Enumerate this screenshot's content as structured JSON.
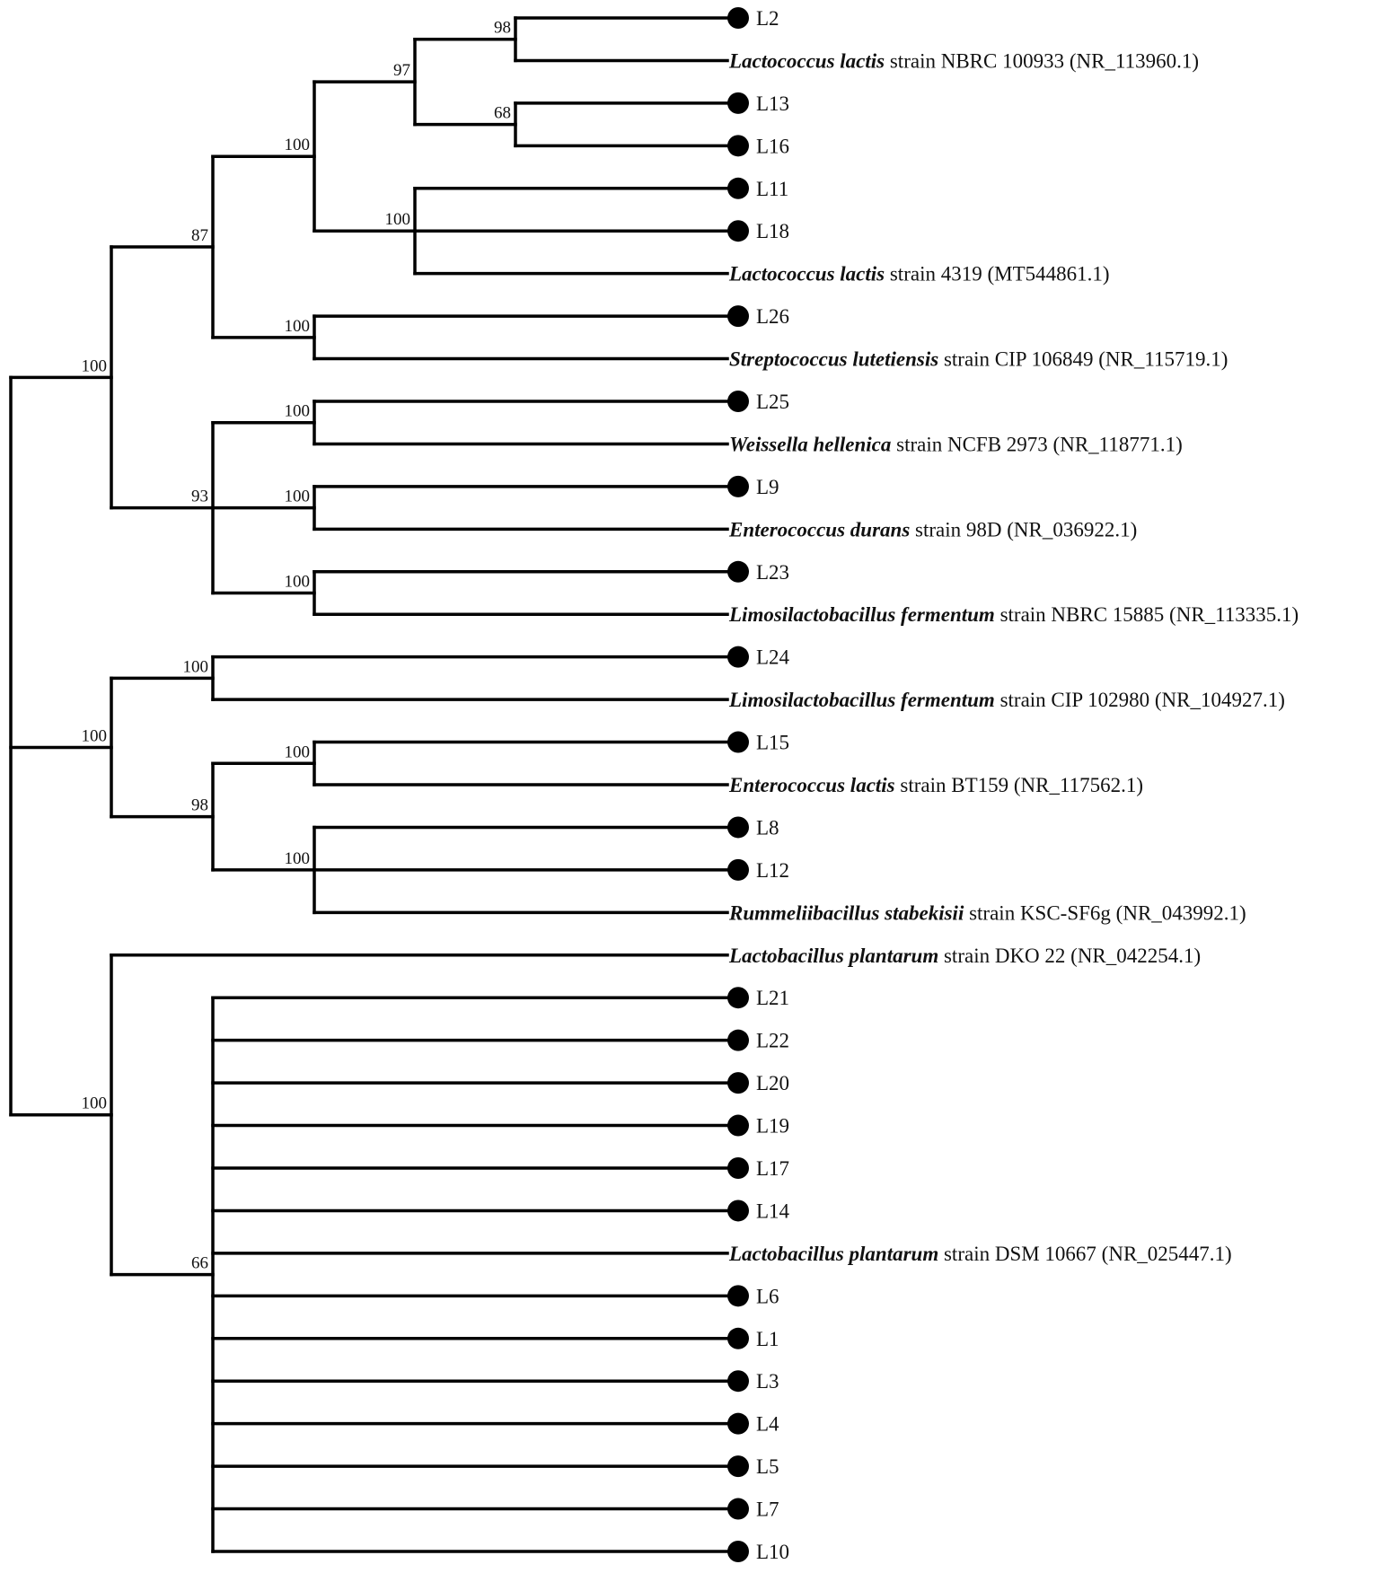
{
  "tree": {
    "line_color": "#000000",
    "marker_color": "#000000",
    "marker_shape": "filled-circle",
    "leaves": [
      {
        "id": "L2",
        "isolate": true,
        "label": "L2"
      },
      {
        "id": "Ll_NBRC",
        "isolate": false,
        "species": "Lactococcus lactis",
        "rest": " strain NBRC 100933 (NR_113960.1)"
      },
      {
        "id": "L13",
        "isolate": true,
        "label": "L13"
      },
      {
        "id": "L16",
        "isolate": true,
        "label": "L16"
      },
      {
        "id": "L11",
        "isolate": true,
        "label": "L11"
      },
      {
        "id": "L18",
        "isolate": true,
        "label": "L18"
      },
      {
        "id": "Ll_4319",
        "isolate": false,
        "species": "Lactococcus lactis",
        "rest": " strain 4319 (MT544861.1)"
      },
      {
        "id": "L26",
        "isolate": true,
        "label": "L26"
      },
      {
        "id": "Slut",
        "isolate": false,
        "species": "Streptococcus lutetiensis",
        "rest": " strain CIP 106849 (NR_115719.1)"
      },
      {
        "id": "L25",
        "isolate": true,
        "label": "L25"
      },
      {
        "id": "Whel",
        "isolate": false,
        "species": "Weissella hellenica",
        "rest": " strain NCFB 2973 (NR_118771.1)"
      },
      {
        "id": "L9",
        "isolate": true,
        "label": "L9"
      },
      {
        "id": "Edur",
        "isolate": false,
        "species": "Enterococcus durans",
        "rest": " strain 98D (NR_036922.1)"
      },
      {
        "id": "L23",
        "isolate": true,
        "label": "L23"
      },
      {
        "id": "Lfer1",
        "isolate": false,
        "species": "Limosilactobacillus fermentum",
        "rest": " strain NBRC 15885 (NR_113335.1)"
      },
      {
        "id": "L24",
        "isolate": true,
        "label": "L24"
      },
      {
        "id": "Lfer2",
        "isolate": false,
        "species": "Limosilactobacillus fermentum",
        "rest": " strain CIP 102980 (NR_104927.1)"
      },
      {
        "id": "L15",
        "isolate": true,
        "label": "L15"
      },
      {
        "id": "Elac",
        "isolate": false,
        "species": "Enterococcus lactis",
        "rest": " strain BT159 (NR_117562.1)"
      },
      {
        "id": "L8",
        "isolate": true,
        "label": "L8"
      },
      {
        "id": "L12",
        "isolate": true,
        "label": "L12"
      },
      {
        "id": "Rsta",
        "isolate": false,
        "species": "Rummeliibacillus stabekisii",
        "rest": " strain KSC-SF6g (NR_043992.1)"
      },
      {
        "id": "Lpla1",
        "isolate": false,
        "species": "Lactobacillus plantarum",
        "rest": " strain DKO 22 (NR_042254.1)"
      },
      {
        "id": "L21",
        "isolate": true,
        "label": "L21"
      },
      {
        "id": "L22",
        "isolate": true,
        "label": "L22"
      },
      {
        "id": "L20",
        "isolate": true,
        "label": "L20"
      },
      {
        "id": "L19",
        "isolate": true,
        "label": "L19"
      },
      {
        "id": "L17",
        "isolate": true,
        "label": "L17"
      },
      {
        "id": "L14",
        "isolate": true,
        "label": "L14"
      },
      {
        "id": "Lpla2",
        "isolate": false,
        "species": "Lactobacillus plantarum",
        "rest": " strain DSM 10667 (NR_025447.1)"
      },
      {
        "id": "L6",
        "isolate": true,
        "label": "L6"
      },
      {
        "id": "L1",
        "isolate": true,
        "label": "L1"
      },
      {
        "id": "L3",
        "isolate": true,
        "label": "L3"
      },
      {
        "id": "L4",
        "isolate": true,
        "label": "L4"
      },
      {
        "id": "L5",
        "isolate": true,
        "label": "L5"
      },
      {
        "id": "L7",
        "isolate": true,
        "label": "L7"
      },
      {
        "id": "L10",
        "isolate": true,
        "label": "L10"
      }
    ],
    "root": {
      "children": [
        {
          "support": "100",
          "children": [
            {
              "support": "87",
              "children": [
                {
                  "support": "100",
                  "children": [
                    {
                      "support": "97",
                      "children": [
                        {
                          "support": "98",
                          "children": [
                            {
                              "leaf": "L2"
                            },
                            {
                              "leaf": "Ll_NBRC"
                            }
                          ]
                        },
                        {
                          "support": "68",
                          "children": [
                            {
                              "leaf": "L13"
                            },
                            {
                              "leaf": "L16"
                            }
                          ]
                        }
                      ]
                    },
                    {
                      "support": "100",
                      "children": [
                        {
                          "leaf": "L11"
                        },
                        {
                          "leaf": "L18"
                        },
                        {
                          "leaf": "Ll_4319"
                        }
                      ]
                    }
                  ]
                },
                {
                  "support": "100",
                  "children": [
                    {
                      "leaf": "L26"
                    },
                    {
                      "leaf": "Slut"
                    }
                  ]
                }
              ]
            },
            {
              "support": "93",
              "children": [
                {
                  "support": "100",
                  "children": [
                    {
                      "leaf": "L25"
                    },
                    {
                      "leaf": "Whel"
                    }
                  ]
                },
                {
                  "support": "100",
                  "children": [
                    {
                      "leaf": "L9"
                    },
                    {
                      "leaf": "Edur"
                    }
                  ]
                },
                {
                  "support": "100",
                  "children": [
                    {
                      "leaf": "L23"
                    },
                    {
                      "leaf": "Lfer1"
                    }
                  ]
                }
              ]
            }
          ]
        },
        {
          "support": "100",
          "children": [
            {
              "support": "100",
              "children": [
                {
                  "leaf": "L24"
                },
                {
                  "leaf": "Lfer2"
                }
              ]
            },
            {
              "support": "98",
              "children": [
                {
                  "support": "100",
                  "children": [
                    {
                      "leaf": "L15"
                    },
                    {
                      "leaf": "Elac"
                    }
                  ]
                },
                {
                  "support": "100",
                  "children": [
                    {
                      "leaf": "L8"
                    },
                    {
                      "leaf": "L12"
                    },
                    {
                      "leaf": "Rsta"
                    }
                  ]
                }
              ]
            }
          ]
        },
        {
          "support": "100",
          "children": [
            {
              "leaf": "Lpla1"
            },
            {
              "support": "66",
              "children": [
                {
                  "leaf": "L21"
                },
                {
                  "leaf": "L22"
                },
                {
                  "leaf": "L20"
                },
                {
                  "leaf": "L19"
                },
                {
                  "leaf": "L17"
                },
                {
                  "leaf": "L14"
                },
                {
                  "leaf": "Lpla2"
                },
                {
                  "leaf": "L6"
                },
                {
                  "leaf": "L1"
                },
                {
                  "leaf": "L3"
                },
                {
                  "leaf": "L4"
                },
                {
                  "leaf": "L5"
                },
                {
                  "leaf": "L7"
                },
                {
                  "leaf": "L10"
                }
              ]
            }
          ]
        }
      ]
    }
  }
}
